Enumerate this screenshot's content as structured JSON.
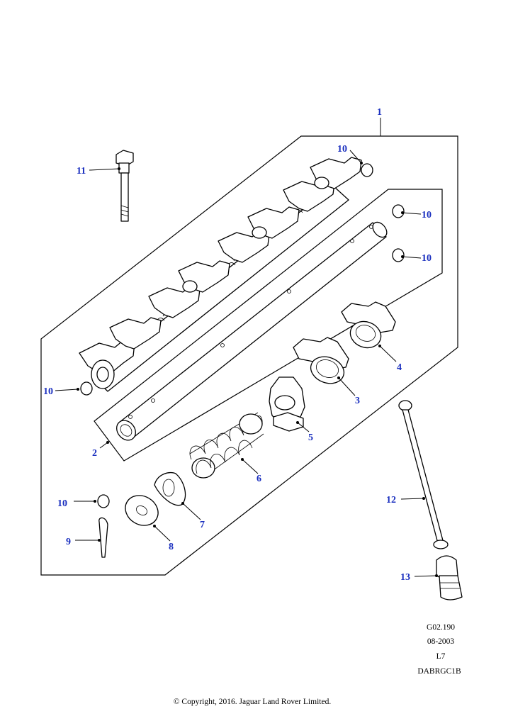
{
  "callouts": [
    {
      "id": "c1",
      "label": "1"
    },
    {
      "id": "c2",
      "label": "2"
    },
    {
      "id": "c3",
      "label": "3"
    },
    {
      "id": "c4",
      "label": "4"
    },
    {
      "id": "c5",
      "label": "5"
    },
    {
      "id": "c6",
      "label": "6"
    },
    {
      "id": "c7",
      "label": "7"
    },
    {
      "id": "c8",
      "label": "8"
    },
    {
      "id": "c9",
      "label": "9"
    },
    {
      "id": "c10a",
      "label": "10"
    },
    {
      "id": "c10b",
      "label": "10"
    },
    {
      "id": "c10c",
      "label": "10"
    },
    {
      "id": "c10d",
      "label": "10"
    },
    {
      "id": "c10e",
      "label": "10"
    },
    {
      "id": "c11",
      "label": "11"
    },
    {
      "id": "c12",
      "label": "12"
    },
    {
      "id": "c13",
      "label": "13"
    }
  ],
  "info_block": {
    "line1": "G02.190",
    "line2": "08-2003",
    "line3": "L7",
    "line4": "DABRGC1B"
  },
  "copyright": "© Copyright, 2016. Jaguar Land Rover Limited.",
  "colors": {
    "callout": "#1a2fbf",
    "line": "#000000",
    "background": "#ffffff"
  }
}
